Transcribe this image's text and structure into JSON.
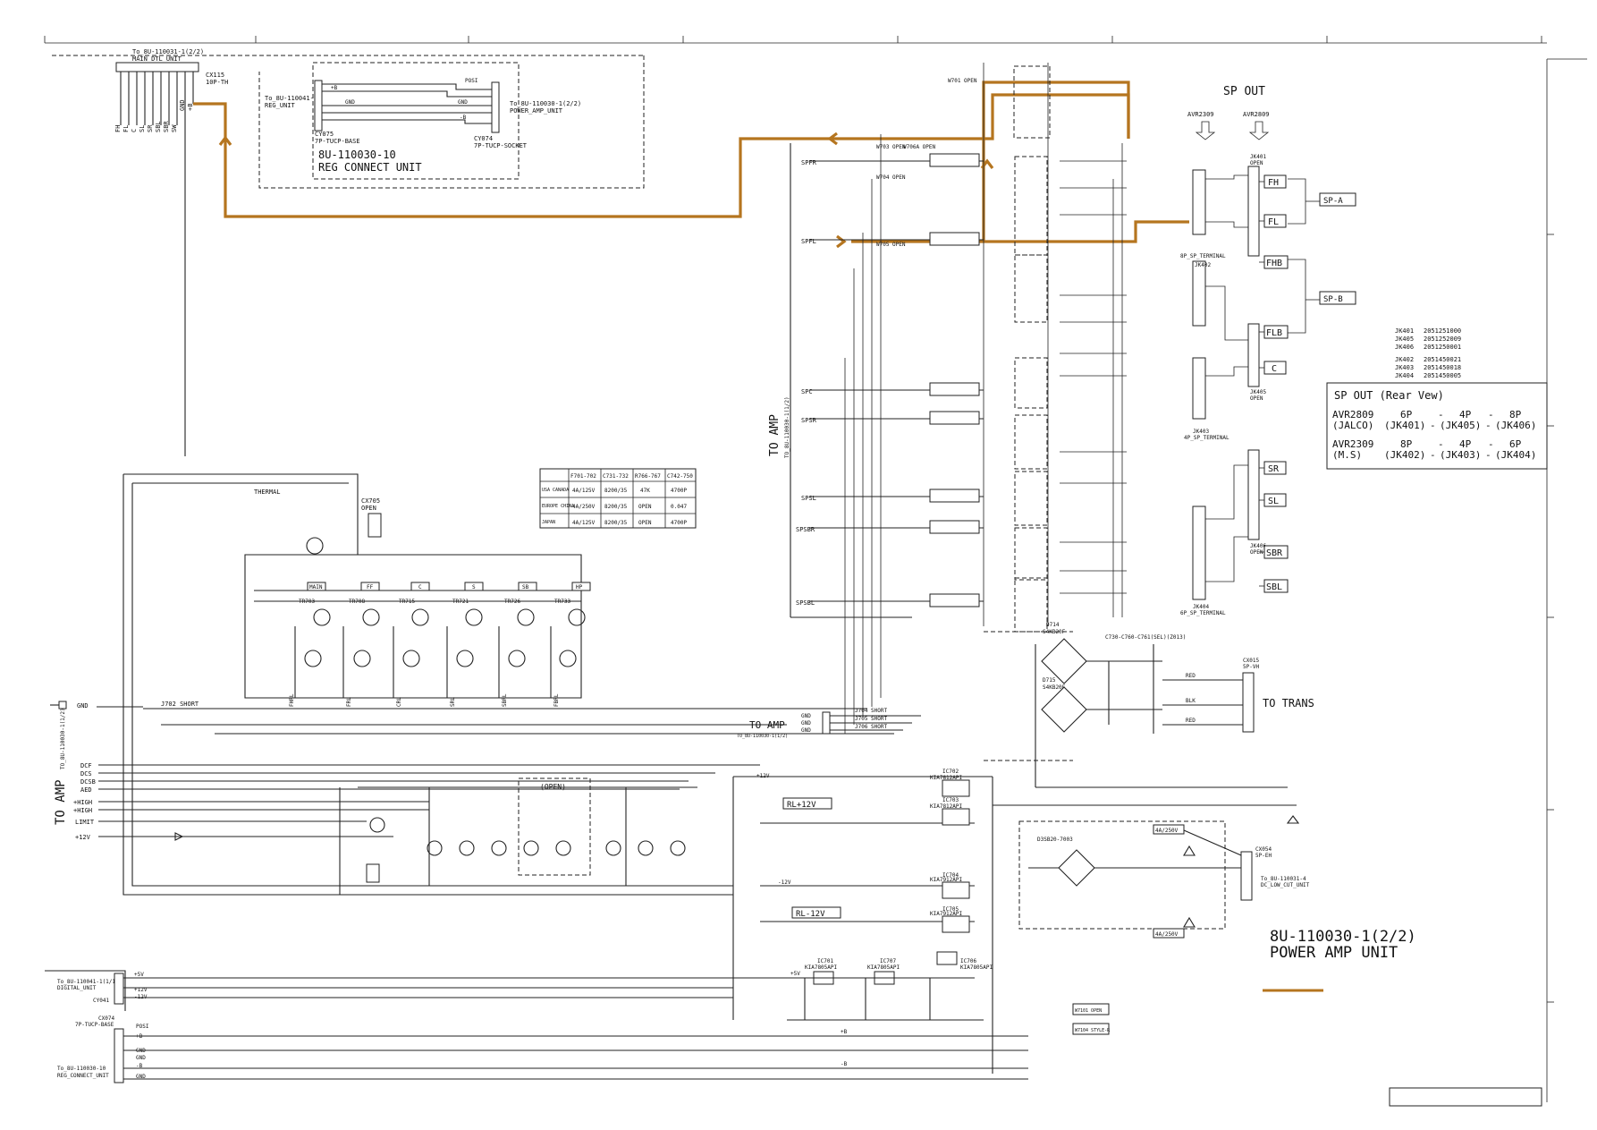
{
  "highlight_color": "#b5751f",
  "ink_color": "#222222",
  "board": {
    "unit_id": "8U-110030-1(2/2)",
    "unit_name": "POWER AMP UNIT"
  },
  "reg_connect": {
    "unit_id": "8U-110030-10",
    "unit_name": "REG CONNECT UNIT",
    "cy075": "CY075",
    "cy075_type": "7P-TUCP-BASE",
    "cy074": "CY074",
    "cy074_type": "7P-TUCP-SOCKET",
    "left_to": "To_8U-110041-1",
    "left_unit": "REG_UNIT",
    "right_to": "To_8U-110030-1(2/2)",
    "right_unit": "POWER_AMP_UNIT",
    "pins": [
      "POSI",
      "+B",
      "GND",
      "GND",
      "-B"
    ]
  },
  "main_dtl": {
    "to": "To_8U-110031-1(2/2)",
    "unit": "MAIN_DTL_UNIT",
    "connector": "CX115",
    "connector_type": "10P-TH",
    "pins": [
      "FH",
      "FL",
      "C",
      "SL",
      "SR",
      "SBL",
      "SBR",
      "SW",
      "GND",
      "+B"
    ]
  },
  "sp_out": {
    "title": "SP OUT",
    "model_a": "AVR2309",
    "model_b": "AVR2809",
    "terminals": [
      "FH",
      "FL",
      "FHB",
      "FLB",
      "C",
      "SR",
      "SL",
      "SBR",
      "SBL"
    ],
    "group_a": "SP-A",
    "group_b": "SP-B",
    "jacks": [
      {
        "ref": "JK401",
        "part": "2051251000"
      },
      {
        "ref": "JK405",
        "part": "2051252009"
      },
      {
        "ref": "JK406",
        "part": "2051250001"
      },
      {
        "ref": "JK402",
        "part": "2051450021"
      },
      {
        "ref": "JK403",
        "part": "2051450018"
      },
      {
        "ref": "JK404",
        "part": "2051450005"
      }
    ],
    "jack_labels": [
      "JK401",
      "OPEN",
      "8P_SP_TERMINAL",
      "JK402",
      "4P_SP_TERMINAL",
      "JK403",
      "JK405",
      "OPEN",
      "JK406",
      "OPEN",
      "JK404",
      "6P_SP_TERMINAL"
    ]
  },
  "rear_view": {
    "title": "SP OUT (Rear Vew)",
    "rows": [
      {
        "model": "AVR2809",
        "sub": "(JALCO)",
        "a": "6P",
        "b": "4P",
        "c": "8P",
        "ja": "(JK401)",
        "jb": "(JK405)",
        "jc": "(JK406)"
      },
      {
        "model": "AVR2309",
        "sub": "(M.S)",
        "a": "8P",
        "b": "4P",
        "c": "6P",
        "ja": "(JK402)",
        "jb": "(JK403)",
        "jc": "(JK404)"
      }
    ]
  },
  "region_table": {
    "headers": [
      "",
      "F701-702",
      "C731-732",
      "R766-767",
      "C742-750"
    ],
    "rows": [
      [
        "USA CANADA",
        "4A/125V",
        "8200/35",
        "47K",
        "4700P"
      ],
      [
        "EUROPE CHINA",
        "4A/250V",
        "8200/35",
        "OPEN",
        "0.047"
      ],
      [
        "JAPAN",
        "4A/125V",
        "8200/35",
        "OPEN",
        "4700P"
      ]
    ]
  },
  "left_side": {
    "to_amp": "TO AMP",
    "to_amp_ref": "TO_8U-110030-1(1/2)",
    "signals": [
      "DCF",
      "DCS",
      "DCSB",
      "AED",
      "+HIGH",
      "+HIGH",
      "LIMIT",
      "+12V"
    ],
    "gnd": "GND",
    "shunt": "J702 SHORT"
  },
  "mid_labels": {
    "to_amp_vertical": "TO AMP",
    "to_amp_vertical_ref": "TO_8U-110030-1(1/2)",
    "to_amp_mid": "TO AMP",
    "to_amp_mid_ref": "TO_8U-110030-1(1/2)",
    "sp_inputs": [
      "SPFR",
      "SPFL",
      "SPC",
      "SPSR",
      "SPSL",
      "SPSBR",
      "SPSBL"
    ],
    "gnd_pins": [
      "GND",
      "GND",
      "GND"
    ],
    "jumpers": [
      "J704 SHORT",
      "J705 SHORT",
      "J706 SHORT"
    ],
    "w701": "W701 OPEN",
    "w703": "W703 OPEN",
    "w704": "W704 OPEN",
    "w705": "W705 OPEN",
    "w706": "W706A OPEN"
  },
  "trans": {
    "label": "TO TRANS",
    "connector": "CX015",
    "connector_type": "5P-VH",
    "rect1": "D714",
    "rect1_type": "S4KB20F",
    "rect2": "D715",
    "rect2_type": "S4KB20F",
    "cap_note": "C730-C760-C761(SEL)(Z013)",
    "wires": [
      "RED",
      "BLK",
      "RED"
    ]
  },
  "power_regs": [
    {
      "ref": "IC702",
      "type": "KIA7812API"
    },
    {
      "ref": "IC703",
      "type": "KIA7812API"
    },
    {
      "ref": "IC704",
      "type": "KIA7912API"
    },
    {
      "ref": "IC705",
      "type": "KIA7912API"
    },
    {
      "ref": "IC701",
      "type": "KIA7805API"
    },
    {
      "ref": "IC707",
      "type": "KIA7805API"
    },
    {
      "ref": "IC706",
      "type": "KIA7805API"
    }
  ],
  "rails": {
    "pos": "RL+12V",
    "neg": "RL-12V",
    "p12": "+12V",
    "n12": "-12V",
    "p5": "+5V",
    "pB": "+B",
    "nB": "-B"
  },
  "bottom_left": {
    "digital_to": "To_8U-110041-1(1/1)",
    "digital_unit": "DIGITAL_UNIT",
    "digital_conn": "CY041",
    "digital_pins": [
      "+5V",
      "+12V",
      "-12V",
      "GND"
    ],
    "reg_conn": "CX074",
    "reg_conn_type": "7P-TUCP-BASE",
    "reg_to": "To_8U-110030-10",
    "reg_unit": "REG_CONNECT_UNIT",
    "reg_pins": [
      "POSI",
      "+B",
      "GND",
      "GND",
      "-B",
      "GND"
    ]
  },
  "relay_block": {
    "thermal": "THERMAL",
    "cx705": "CX705",
    "cx705_type": "OPEN",
    "labels": [
      "MAIN",
      "FF",
      "C",
      "S",
      "SB",
      "HP"
    ],
    "transistors": [
      "TR703",
      "TR708",
      "TR715",
      "TR721",
      "TR726",
      "TR733"
    ],
    "out_labels": [
      "FHRL",
      "FRL",
      "CRL",
      "SRL",
      "SBRL",
      "FBRL"
    ],
    "open_box": "(OPEN)"
  },
  "smps_aux": {
    "ic": "D3SB20-7003",
    "conn": "CX054",
    "conn_type": "5P-EH",
    "to": "To_8U-110031-4",
    "unit": "DC_LOW_CUT_UNIT",
    "fuses": [
      "4A/250V",
      "4A/250V"
    ]
  },
  "small_boxes": [
    "W7101 OPEN",
    "W7104 STYLE-R"
  ],
  "legend_note": ""
}
